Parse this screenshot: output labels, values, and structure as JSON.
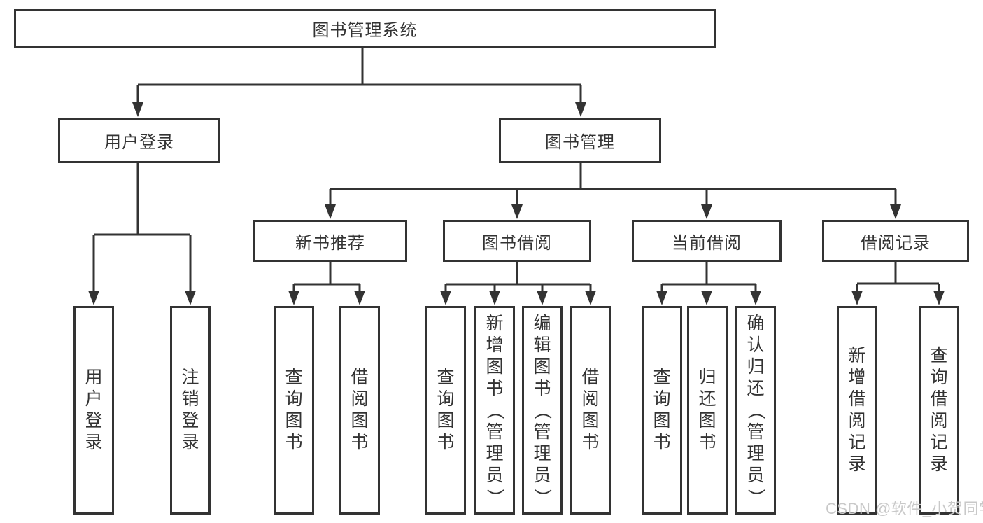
{
  "diagram_title": "图书管理系统",
  "nodes": {
    "root": "图书管理系统",
    "user_login": "用户登录",
    "book_mgmt": "图书管理",
    "new_book_rec": "新书推荐",
    "book_borrow": "图书借阅",
    "current_borrow": "当前借阅",
    "borrow_record": "借阅记录",
    "leaf_login": "用户登录",
    "leaf_logout": "注销登录",
    "rec_query_book": "查询图书",
    "rec_borrow_book": "借阅图书",
    "bb_query_book": "查询图书",
    "bb_add_book": "新增图书（管理员）",
    "bb_edit_book": "编辑图书（管理员）",
    "bb_borrow_book": "借阅图书",
    "cb_query_book": "查询图书",
    "cb_return_book": "归还图书",
    "cb_confirm_return": "确认归还（管理员）",
    "br_add_record": "新增借阅记录",
    "br_query_record": "查询借阅记录"
  },
  "watermark": "CSDN @软件_小贺同学",
  "colors": {
    "line": "#333333",
    "box_border": "#333333",
    "text": "#333333",
    "watermark": "#c9c9c9",
    "background": "#ffffff"
  }
}
